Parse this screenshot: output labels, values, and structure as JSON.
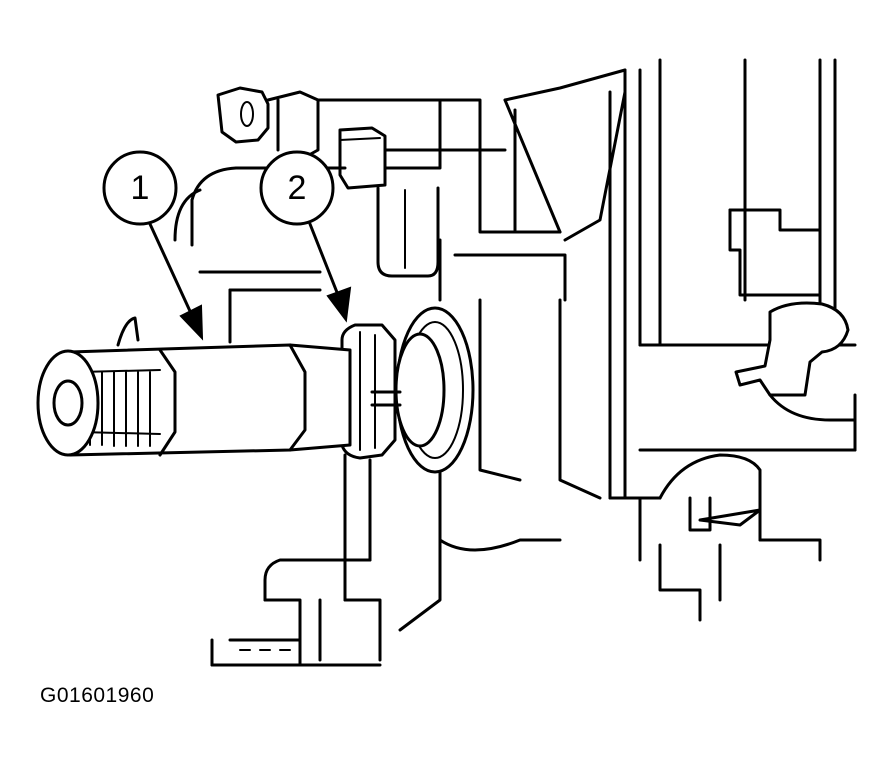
{
  "callouts": [
    {
      "label": "1"
    },
    {
      "label": "2"
    }
  ],
  "figure_id": "G01601960"
}
